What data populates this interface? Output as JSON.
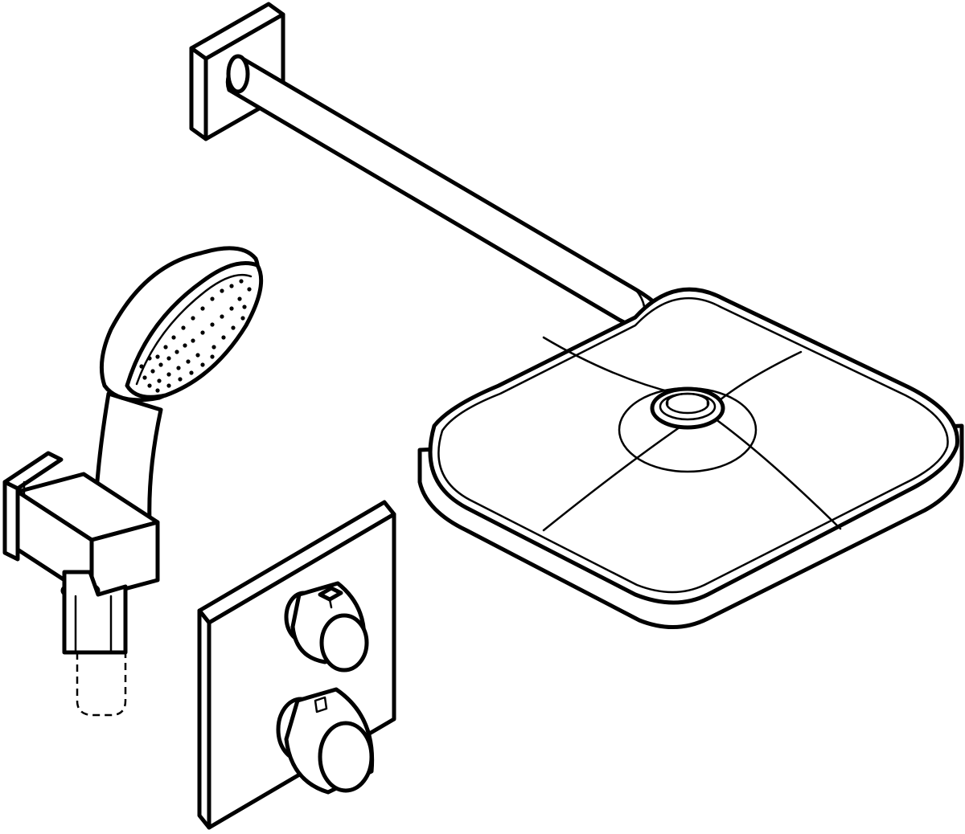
{
  "drawing": {
    "kind": "shower system line drawing",
    "stroke_color": "#000000",
    "background_color": "#ffffff",
    "components": [
      {
        "id": "wall-flange",
        "icon": "wall-flange-icon"
      },
      {
        "id": "shower-arm",
        "icon": "shower-arm-icon"
      },
      {
        "id": "head-shower",
        "icon": "head-shower-icon"
      },
      {
        "id": "hand-shower",
        "icon": "hand-shower-icon"
      },
      {
        "id": "wall-outlet-elbow",
        "icon": "wall-outlet-icon"
      },
      {
        "id": "shower-hose",
        "icon": "hose-icon"
      },
      {
        "id": "thermostat-trim",
        "icon": "thermostat-icon"
      },
      {
        "id": "temperature-knob",
        "icon": "knob-icon"
      },
      {
        "id": "flow-knob",
        "icon": "knob-icon"
      }
    ]
  }
}
